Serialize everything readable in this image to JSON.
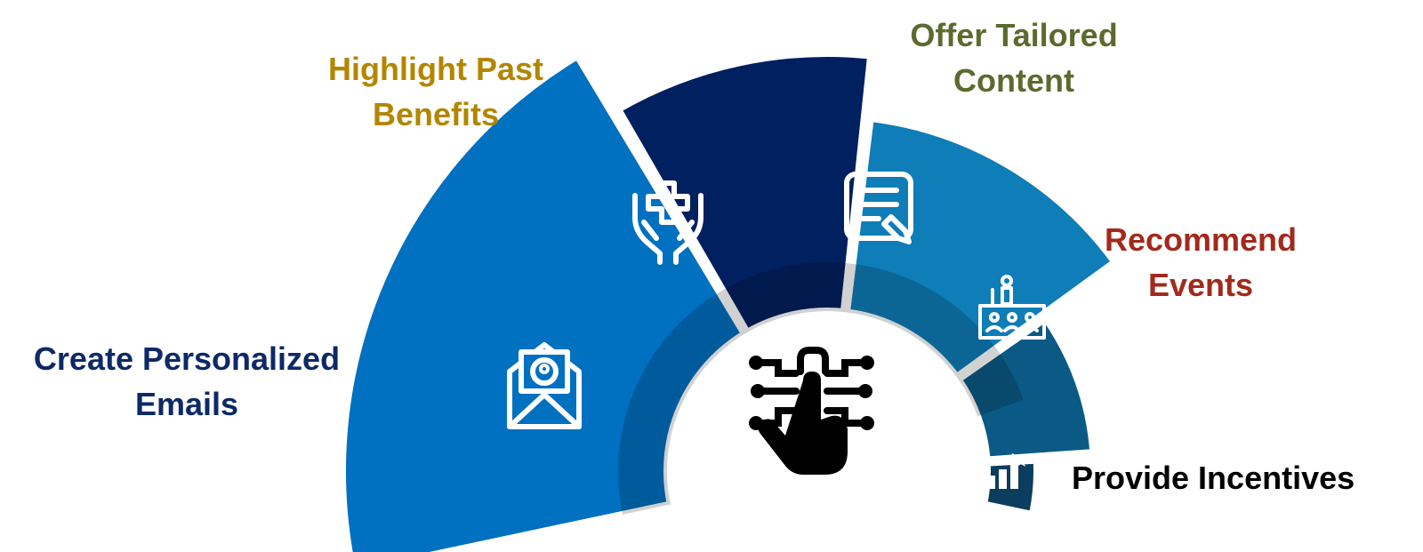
{
  "colors": {
    "emails": "#0070c0",
    "benefits": "#002060",
    "content": "#0e7db8",
    "events": "#0b5a86",
    "incentives": "#0b3e5e",
    "label_emails": "#0d2a66",
    "label_benefits": "#b38600",
    "label_content": "#5b6b2e",
    "label_events": "#a12a1c",
    "label_incentives": "#000000",
    "center_icon": "#000000"
  },
  "steps": [
    {
      "key": "emails",
      "line1": "Create Personalized",
      "line2": "Emails",
      "icon": "envelope-icon"
    },
    {
      "key": "benefits",
      "line1": "Highlight Past",
      "line2": "Benefits",
      "icon": "health-care-hands-icon"
    },
    {
      "key": "content",
      "line1": "Offer Tailored",
      "line2": "Content",
      "icon": "edit-document-icon"
    },
    {
      "key": "events",
      "line1": "Recommend",
      "line2": "Events",
      "icon": "seminar-icon"
    },
    {
      "key": "incentives",
      "line1": "Provide Incentives",
      "line2": "",
      "icon": "growth-chart-icon"
    }
  ],
  "center": {
    "icon": "digital-touch-icon"
  }
}
